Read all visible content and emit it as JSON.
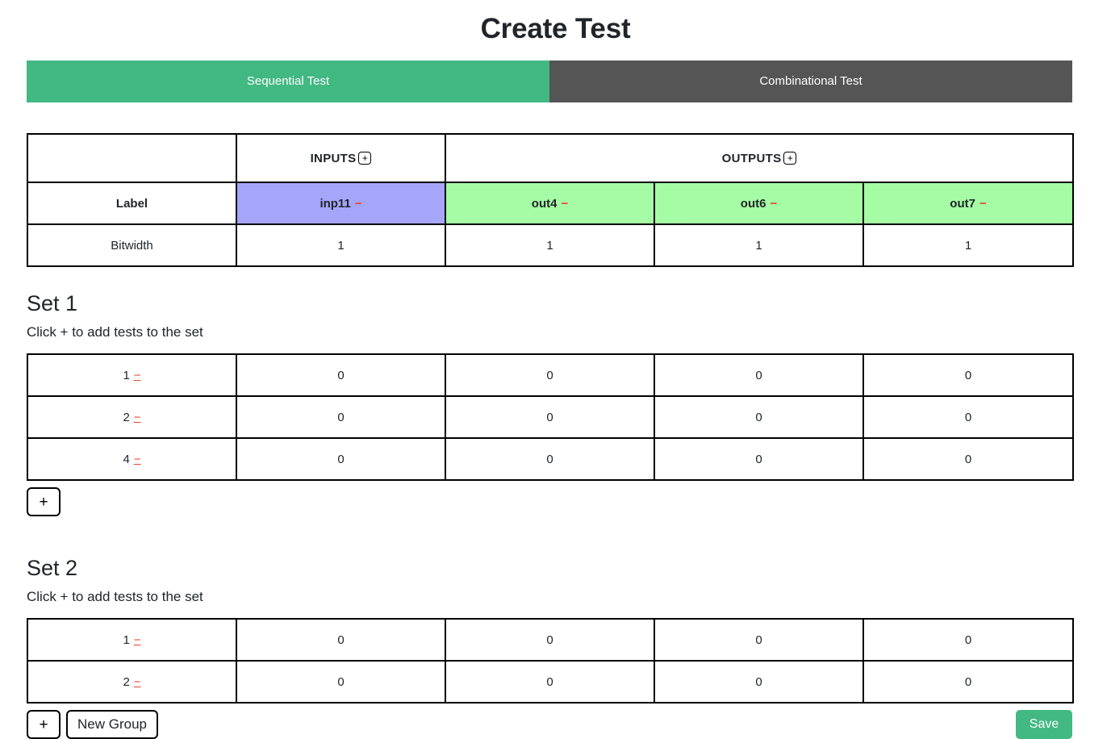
{
  "header": {
    "title": "Create Test"
  },
  "tabs": [
    {
      "label": "Sequential Test",
      "active": true,
      "color": "#42b883"
    },
    {
      "label": "Combinational Test",
      "active": false,
      "color": "#555555"
    }
  ],
  "io_table": {
    "groups": [
      {
        "label": "INPUTS",
        "add_icon": "plus-icon",
        "add_label": "+",
        "span": 1
      },
      {
        "label": "OUTPUTS",
        "add_icon": "plus-icon",
        "add_label": "+",
        "span": 3
      }
    ],
    "row_headers": {
      "label": "Label",
      "bitwidth": "Bitwidth"
    },
    "columns": [
      {
        "name": "inp11",
        "kind": "input",
        "color": "#a5a5fa",
        "remove_label": "−",
        "bitwidth": "1"
      },
      {
        "name": "out4",
        "kind": "output",
        "color": "#a5fca5",
        "remove_label": "−",
        "bitwidth": "1"
      },
      {
        "name": "out6",
        "kind": "output",
        "color": "#a5fca5",
        "remove_label": "−",
        "bitwidth": "1"
      },
      {
        "name": "out7",
        "kind": "output",
        "color": "#a5fca5",
        "remove_label": "−",
        "bitwidth": "1"
      }
    ]
  },
  "sets": [
    {
      "title": "Set 1",
      "subtitle": "Click + to add tests to the set",
      "rows": [
        {
          "index": "1",
          "remove_label": "−",
          "values": [
            "0",
            "0",
            "0",
            "0"
          ]
        },
        {
          "index": "2",
          "remove_label": "−",
          "values": [
            "0",
            "0",
            "0",
            "0"
          ]
        },
        {
          "index": "4",
          "remove_label": "−",
          "values": [
            "0",
            "0",
            "0",
            "0"
          ]
        }
      ],
      "add_row_label": "+"
    },
    {
      "title": "Set 2",
      "subtitle": "Click + to add tests to the set",
      "rows": [
        {
          "index": "1",
          "remove_label": "−",
          "values": [
            "0",
            "0",
            "0",
            "0"
          ]
        },
        {
          "index": "2",
          "remove_label": "−",
          "values": [
            "0",
            "0",
            "0",
            "0"
          ]
        }
      ],
      "add_row_label": "+"
    }
  ],
  "footer": {
    "add_row_label": "+",
    "new_group_label": "New Group",
    "save_label": "Save",
    "save_color": "#42b883"
  }
}
